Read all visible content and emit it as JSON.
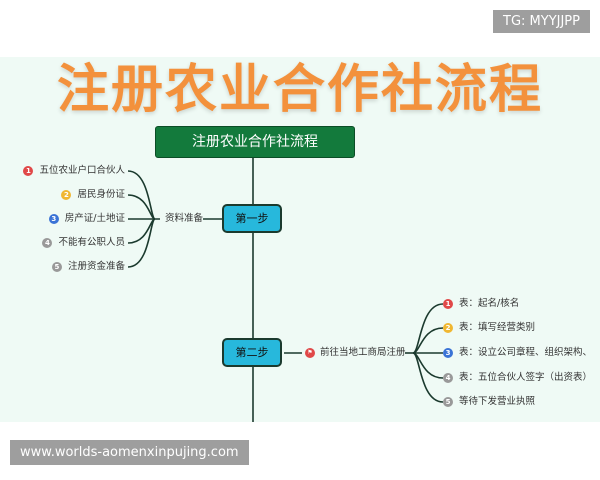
{
  "watermark_top": "TG: MYYJJPP",
  "watermark_bottom": "www.worlds-aomenxinpujing.com",
  "overlay_title": "注册农业合作社流程",
  "root": "注册农业合作社流程",
  "step1": {
    "label": "第一步",
    "branch": "资料准备",
    "items": [
      "五位农业户口合伙人",
      "居民身份证",
      "房产证/土地证",
      "不能有公职人员",
      "注册资金准备"
    ]
  },
  "step2": {
    "label": "第二步",
    "branch": "前往当地工商局注册",
    "items": [
      "表：起名/核名",
      "表：填写经营类别",
      "表：设立公司章程、组织架构、",
      "表：五位合伙人签字（出资表）",
      "等待下发营业执照"
    ]
  },
  "colors": {
    "marker": [
      "#e04848",
      "#f0b731",
      "#3a73d6",
      "#999999",
      "#999999"
    ],
    "step": "#27b8dc",
    "root": "#137a3c",
    "title": "#f3913c"
  }
}
